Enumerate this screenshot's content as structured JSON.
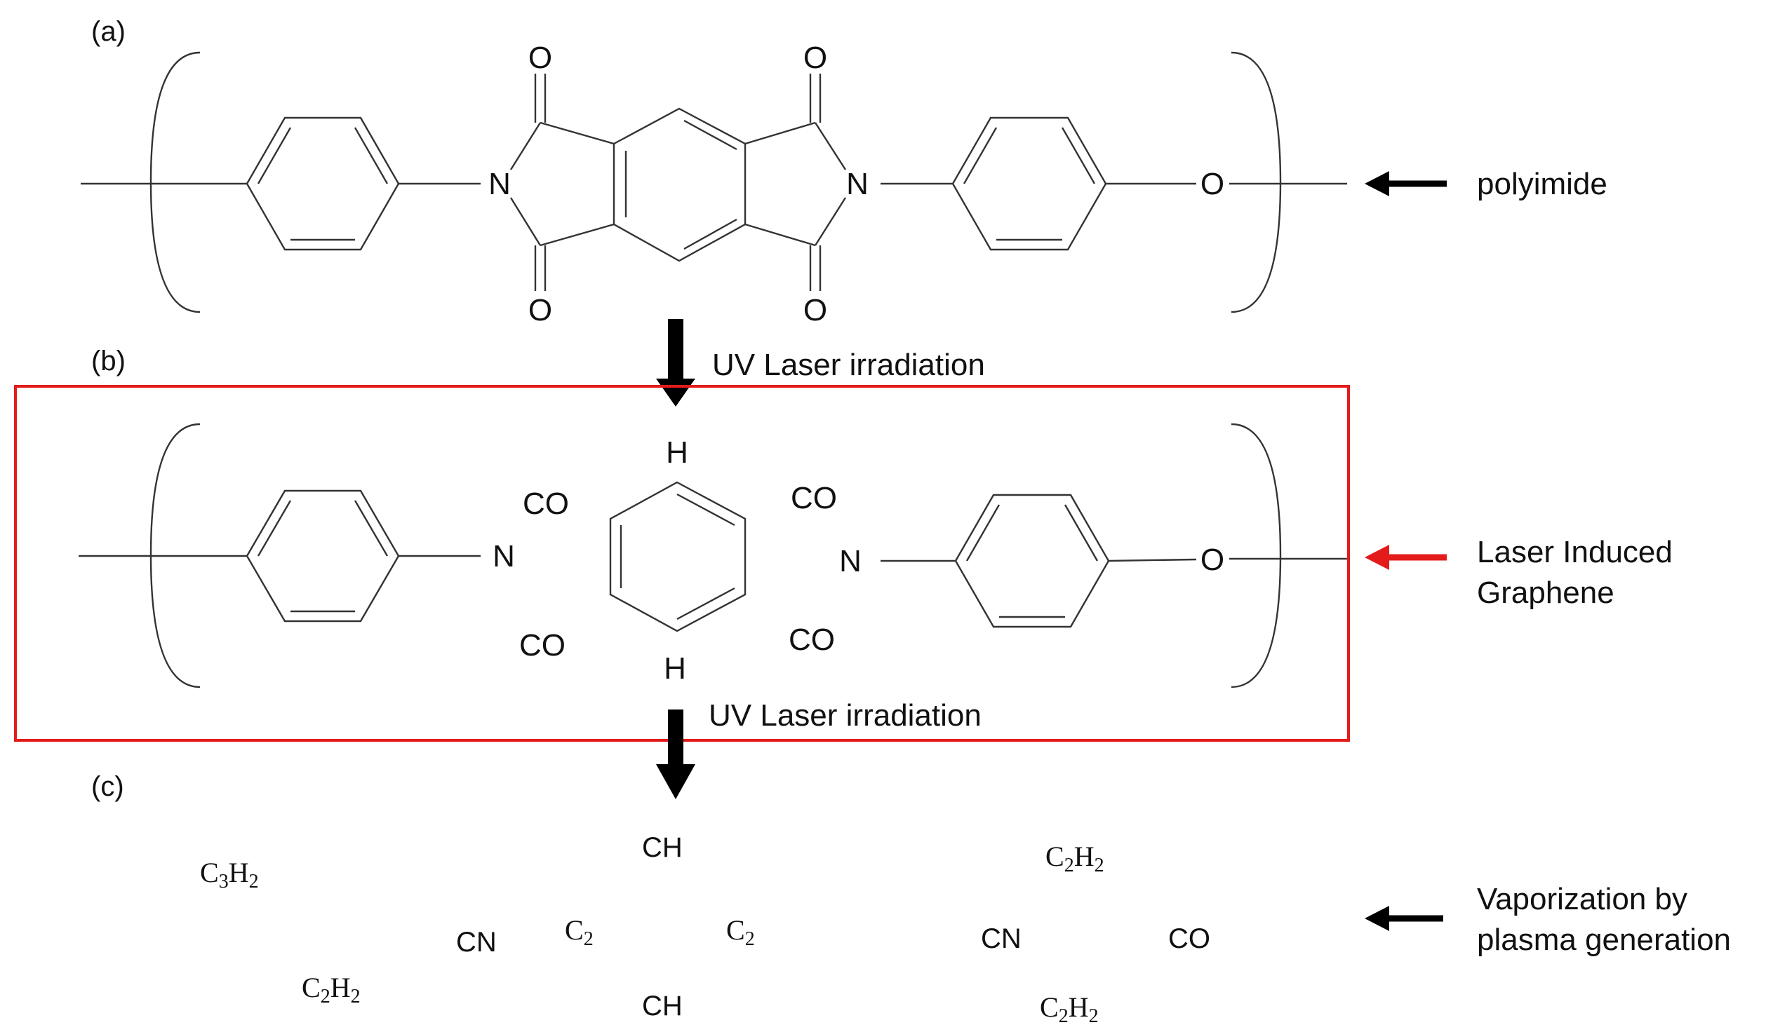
{
  "panels": {
    "a": "(a)",
    "b": "(b)",
    "c": "(c)"
  },
  "labels": {
    "polyimide": "polyimide",
    "lig_line1": "Laser Induced",
    "lig_line2": "Graphene",
    "vapor_line1": "Vaporization by",
    "vapor_line2": "plasma generation"
  },
  "process": {
    "step1": "UV Laser irradiation",
    "step2": "UV Laser irradiation"
  },
  "atoms": {
    "N": "N",
    "O": "O",
    "H": "H",
    "CO": "CO"
  },
  "fragments": {
    "CH": "CH",
    "CN": "CN",
    "CO": "CO",
    "C": "C",
    "H": "H",
    "sub2": "2",
    "sub3": "3"
  },
  "colors": {
    "highlight_box": "#e31b1b",
    "lig_arrow": "#e31b1b",
    "arrow": "#000000",
    "ink": "#111111"
  }
}
